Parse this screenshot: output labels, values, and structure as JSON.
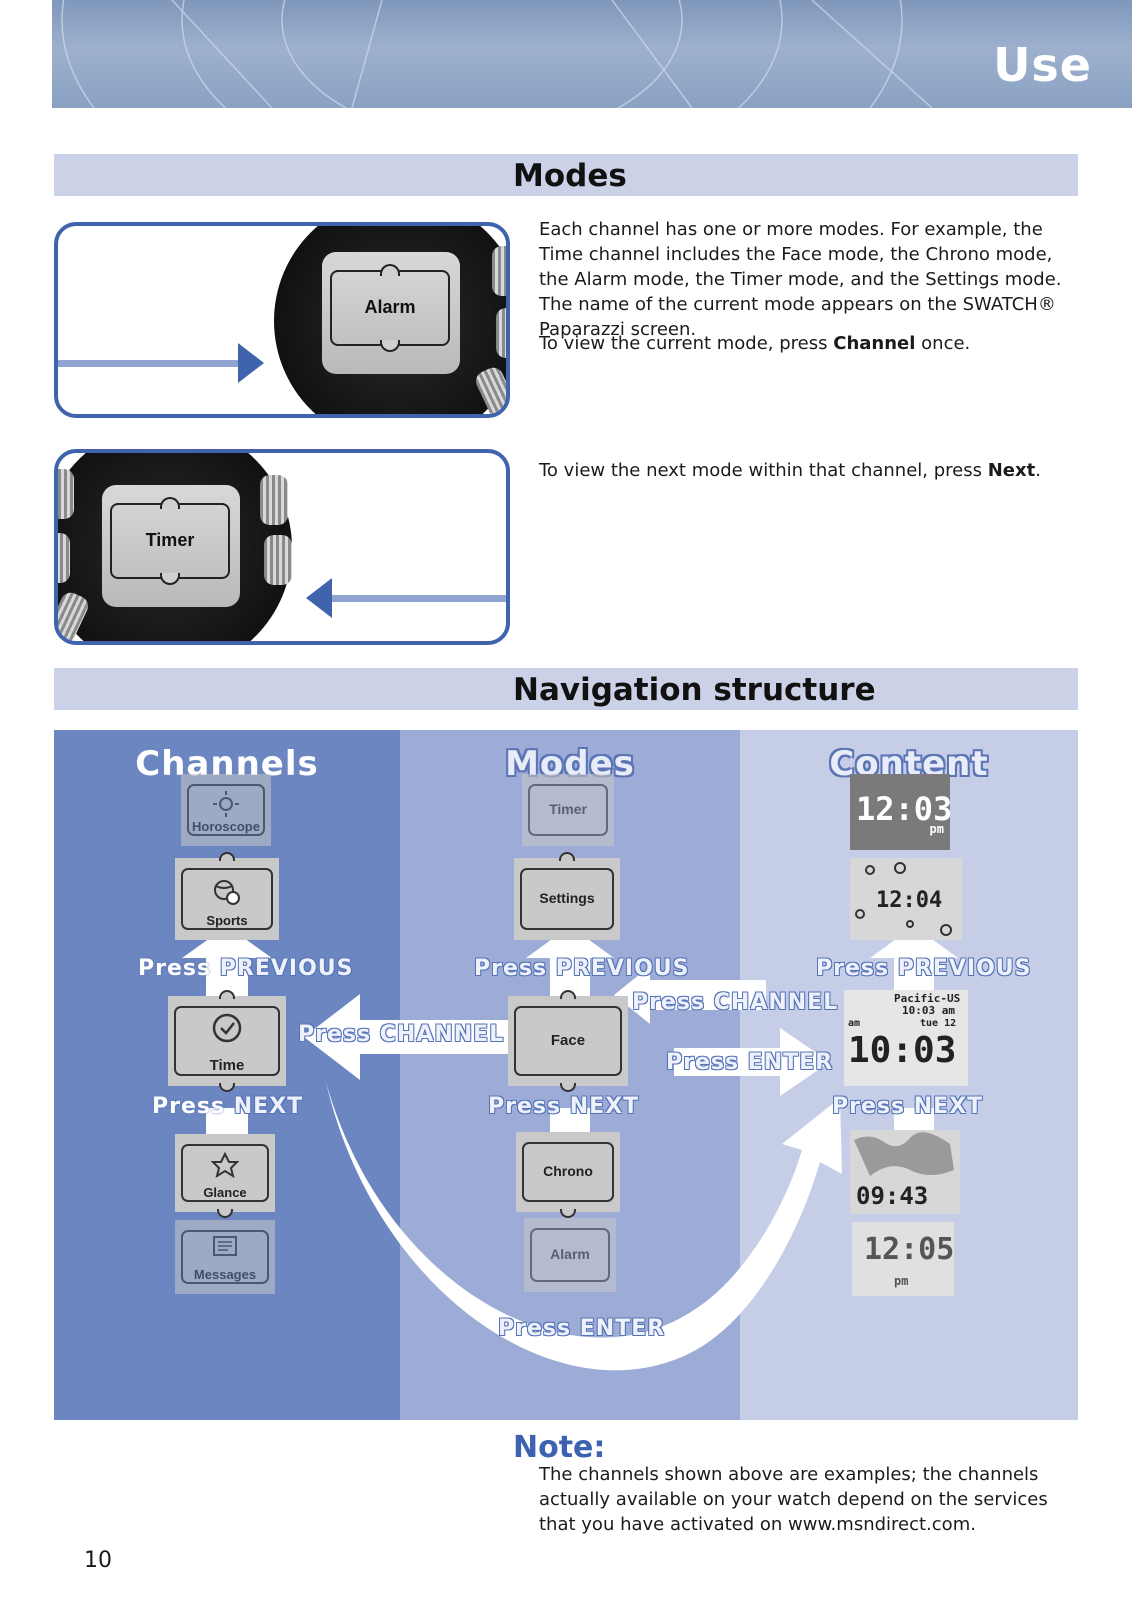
{
  "header": {
    "title": "Use"
  },
  "sections": {
    "modes_title": "Modes",
    "navigation_title": "Navigation structure"
  },
  "modes_text": {
    "p1": "Each channel has one or more modes. For example, the Time channel includes the Face mode, the Chrono mode, the Alarm mode, the Timer mode, and the Settings mode. The name of the current mode appears on the SWATCH® Paparazzi screen.",
    "p2_pre": "To view the current mode, press ",
    "p2_key": "Channel",
    "p2_post": " once.",
    "p3_pre": "To view the next mode within that channel, press ",
    "p3_key": "Next",
    "p3_post": "."
  },
  "watch_photos": {
    "top_label": "Alarm",
    "bottom_label": "Timer"
  },
  "diagram": {
    "columns": {
      "channels": "Channels",
      "modes": "Modes",
      "content": "Content"
    },
    "channels": [
      "Horoscope",
      "Sports",
      "Time",
      "Glance",
      "Messages"
    ],
    "modes": [
      "Timer",
      "Settings",
      "Face",
      "Chrono",
      "Alarm"
    ],
    "content": {
      "screen1_time": "12:03",
      "screen1_ampm": "pm",
      "screen2_time": "12:04",
      "screen3_zone": "Pacific-US",
      "screen3_small_time": "10:03 am",
      "screen3_am": "am",
      "screen3_date": "tue 12",
      "screen3_time": "10:03",
      "screen4_time": "09:43",
      "screen5_time": "12:05",
      "screen5_ampm": "pm"
    },
    "press": {
      "press_word": "Press",
      "previous": "PREVIOUS",
      "next": "NEXT",
      "channel": "CHANNEL",
      "enter": "ENTER"
    }
  },
  "note": {
    "title": "Note:",
    "text": "The channels shown above are examples; the channels actually available on your watch depend on the services that you have activated on www.msndirect.com."
  },
  "page_number": "10"
}
